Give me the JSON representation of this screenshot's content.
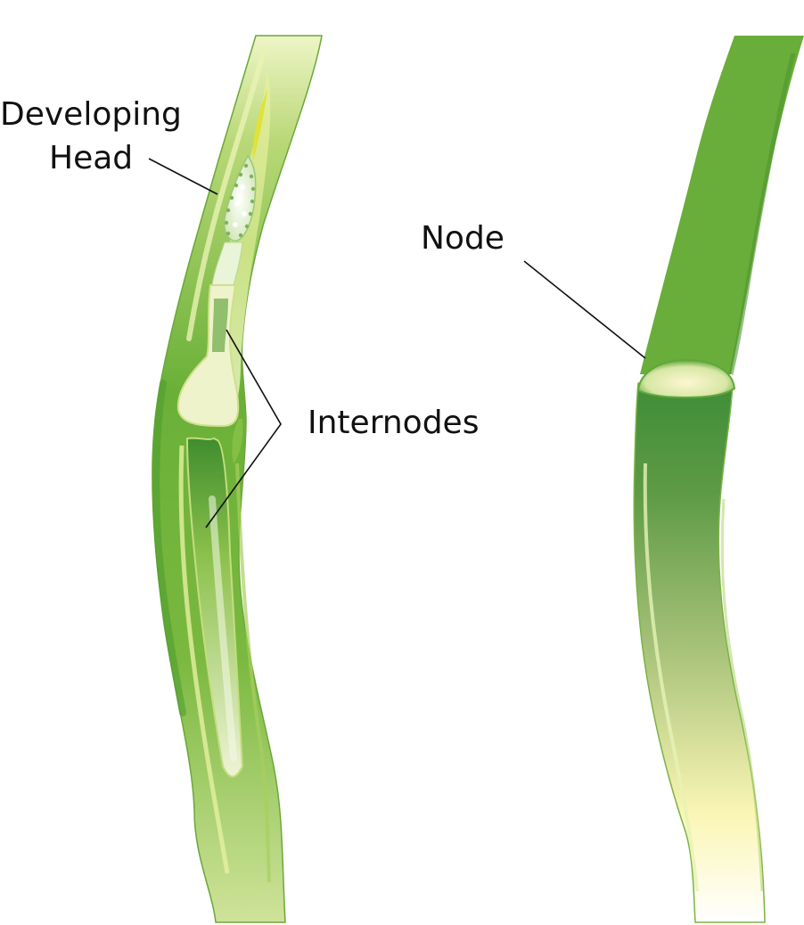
{
  "labels": {
    "developing_head_line1": "Developing",
    "developing_head_line2": "Head",
    "internodes": "Internodes",
    "node": "Node"
  },
  "colors": {
    "stem_dark": "#5da336",
    "stem_mid": "#7dbb3e",
    "stem_light": "#c9e08a",
    "stem_pale": "#f2f6c8",
    "node_cream": "#fdf6c0",
    "leader_line": "#111111"
  }
}
